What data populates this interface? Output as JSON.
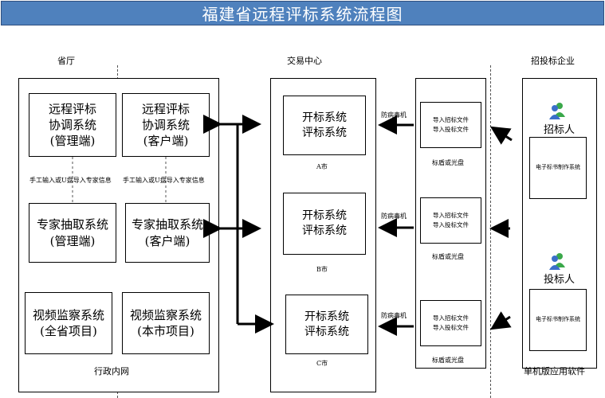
{
  "title": "福建省远程评标系统流程图",
  "zones": {
    "province": "省厅",
    "trading_center": "交易中心",
    "bidding_company": "招投标企业"
  },
  "province": {
    "remote_mgmt": [
      "远程评标",
      "协调系统",
      "(管理端)"
    ],
    "remote_client": [
      "远程评标",
      "协调系统",
      "(客户端)"
    ],
    "note_left": "手工输入或U盘导入专家信息",
    "note_right": "手工输入或U盘导入专家信息",
    "expert_mgmt": [
      "专家抽取系统",
      "(管理端)"
    ],
    "expert_client": [
      "专家抽取系统",
      "(客户端)"
    ],
    "video_all": [
      "视频监察系统",
      "(全省项目)"
    ],
    "video_city": [
      "视频监察系统",
      "(本市项目)"
    ],
    "network_label": "行政内网"
  },
  "trading": {
    "systems": [
      {
        "lines": [
          "开标系统",
          "评标系统"
        ],
        "city": "A市",
        "antivirus": "防病毒机",
        "import": [
          "导入招标文件",
          "导入投标文件"
        ],
        "media": "标盾或光盘"
      },
      {
        "lines": [
          "开标系统",
          "评标系统"
        ],
        "city": "B市",
        "antivirus": "防病毒机",
        "import": [
          "导入招标文件",
          "导入投标文件"
        ],
        "media": "标盾或光盘"
      },
      {
        "lines": [
          "开标系统",
          "评标系统"
        ],
        "city": "C市",
        "antivirus": "防病毒机",
        "import": [
          "导入招标文件",
          "导入投标文件"
        ],
        "media": "标盾或光盘"
      }
    ]
  },
  "company": {
    "tenderer_label": "招标人",
    "tenderer_box": "电子标书制作系统",
    "bidder_label": "投标人",
    "bidder_box": "电子标书制作系统",
    "standalone_label": "单机版应用软件"
  },
  "icons": {
    "tenderer_icon": "users-icon",
    "bidder_icon": "users-icon"
  },
  "colors": {
    "title_bar": "#4f81bd",
    "title_text": "#ffffff",
    "icon_green": "#3aa84a",
    "icon_blue": "#3a6fc9"
  }
}
